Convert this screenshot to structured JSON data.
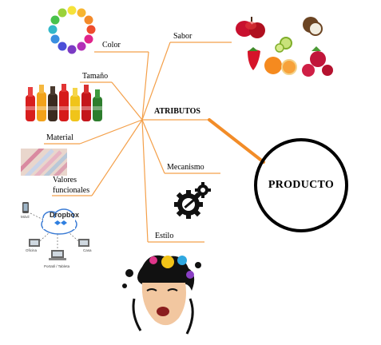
{
  "diagram": {
    "center_label": "ATRIBUTOS",
    "product_label": "PRODUCTO",
    "line_color": "#f4a04a",
    "thick_line_color": "#f28c28",
    "branches": [
      {
        "key": "color",
        "label": "Color",
        "icon": "color-wheel"
      },
      {
        "key": "sabor",
        "label": "Sabor",
        "icon": "fruits"
      },
      {
        "key": "tamano",
        "label": "Tamaño",
        "icon": "soda-bottles"
      },
      {
        "key": "material",
        "label": "Material",
        "icon": "fabric-rolls"
      },
      {
        "key": "valores",
        "label_line1": "Valores",
        "label_line2": "funcionales",
        "icon": "dropbox-network"
      },
      {
        "key": "mecanismo",
        "label": "Mecanismo",
        "icon": "gear-tool"
      },
      {
        "key": "estilo",
        "label": "Estilo",
        "icon": "artistic-face"
      }
    ],
    "dropbox_image": {
      "title": "Dropbox",
      "mobile": "Móvil",
      "office": "Oficina",
      "home": "Casa",
      "laptop": "Portatil / Tableta"
    }
  }
}
